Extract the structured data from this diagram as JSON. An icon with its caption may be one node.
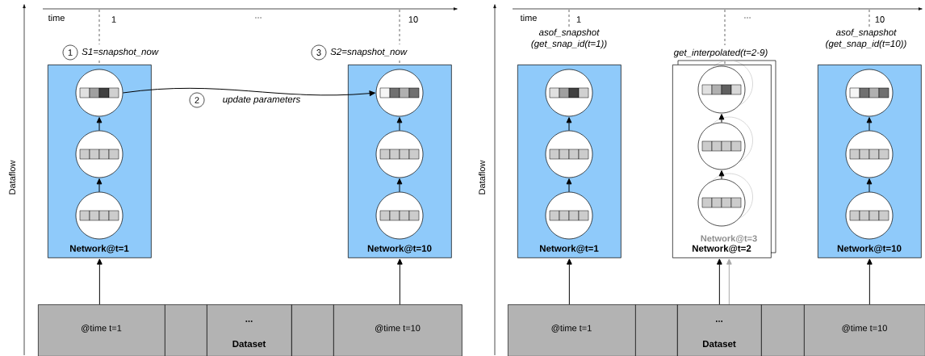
{
  "diagram": {
    "nodes": [
      {
        "text": [
          "Network@t=1"
        ]
      },
      {
        "text": [],
        "shape": "circle",
        "in": 0
      },
      {
        "text": [],
        "shape": "circle",
        "in": 0
      },
      {
        "text": [],
        "shape": "circle",
        "in": 0
      },
      {
        "text": [
          "Network@t=10"
        ]
      },
      {
        "text": [],
        "shape": "circle",
        "in": 4
      },
      {
        "text": [],
        "shape": "circle",
        "in": 4
      },
      {
        "text": [],
        "shape": "circle",
        "in": 4
      },
      {
        "text": [
          "@time t=1"
        ]
      },
      {
        "text": [],
        "shape": "box"
      },
      {
        "text": [
          "...",
          "Dataset"
        ]
      },
      {
        "text": [],
        "shape": "box"
      },
      {
        "text": [
          "@time t=10"
        ]
      },
      {
        "text": [
          "Network@t=1"
        ]
      },
      {
        "text": [],
        "shape": "circle",
        "in": 13
      },
      {
        "text": [],
        "shape": "circle",
        "in": 13
      },
      {
        "text": [],
        "shape": "circle",
        "in": 13
      },
      {
        "text": [
          "Network@t=2"
        ]
      },
      {
        "text": [],
        "shape": "circle",
        "in": 17
      },
      {
        "text": [],
        "shape": "circle",
        "in": 17
      },
      {
        "text": [],
        "shape": "circle",
        "in": 17
      },
      {
        "text": [
          "Network@t=10"
        ]
      },
      {
        "text": [],
        "shape": "circle",
        "in": 21
      },
      {
        "text": [],
        "shape": "circle",
        "in": 21
      },
      {
        "text": [],
        "shape": "circle",
        "in": 21
      },
      {
        "text": [
          "@time t=1"
        ]
      },
      {
        "text": [],
        "shape": "box"
      },
      {
        "text": [
          "...",
          "Dataset"
        ]
      },
      {
        "text": [],
        "shape": "box"
      },
      {
        "text": [
          "@time t=10"
        ]
      }
    ],
    "edges": [
      {
        "from": 3,
        "to": 2,
        "arrow": "to"
      },
      {
        "from": 2,
        "to": 1,
        "arrow": "to"
      },
      {
        "from": 7,
        "to": 6,
        "arrow": "to"
      },
      {
        "from": 6,
        "to": 5,
        "arrow": "to"
      },
      {
        "from": 8,
        "to": 0,
        "arrow": "to"
      },
      {
        "from": 12,
        "to": 4,
        "arrow": "to"
      },
      {
        "from": 1,
        "to": 5,
        "arrow": "to",
        "label": "update parameters"
      },
      {
        "from": 16,
        "to": 15,
        "arrow": "to"
      },
      {
        "from": 15,
        "to": 14,
        "arrow": "to"
      },
      {
        "from": 20,
        "to": 19,
        "arrow": "to"
      },
      {
        "from": 19,
        "to": 18,
        "arrow": "to"
      },
      {
        "from": 24,
        "to": 23,
        "arrow": "to"
      },
      {
        "from": 23,
        "to": 22,
        "arrow": "to"
      },
      {
        "from": 25,
        "to": 13,
        "arrow": "to"
      },
      {
        "from": 27,
        "to": 17,
        "arrow": "to"
      },
      {
        "from": 27,
        "to": 17,
        "arrow": "to",
        "color": "#aaaaaa"
      },
      {
        "from": 29,
        "to": 21,
        "arrow": "to"
      }
    ],
    "labels": [
      "time",
      "1",
      "...",
      "10",
      "1",
      "S1=snapshot_now",
      "3",
      "S2=snapshot_now",
      "2",
      "Dataflow",
      "time",
      "1",
      "...",
      "10",
      "asof_snapshot (get_snap_id(t=1))",
      "get_interpolated(t=2-9)",
      "asof_snapshot (get_snap_id(t=10))",
      "Network@t=3",
      "Dataflow"
    ]
  }
}
